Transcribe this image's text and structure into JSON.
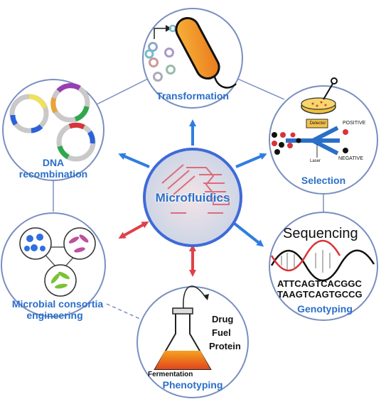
{
  "center": {
    "label": "Microfluidics"
  },
  "nodes": {
    "transformation": {
      "label": "Transformation"
    },
    "dna_recombination": {
      "label_line1": "DNA",
      "label_line2": "recombination"
    },
    "selection": {
      "label": "Selection",
      "detector": "Detector",
      "laser": "Laser",
      "positive": "POSITIVE",
      "negative": "NEGATIVE"
    },
    "genotyping": {
      "label": "Genotyping",
      "title": "Sequencing",
      "seq1": "ATTCAGTCACGGC",
      "seq2": "TAAGTCAGTGCCG"
    },
    "phenotyping": {
      "label": "Phenotyping",
      "flask_label": "Fermentation",
      "products": [
        "Drug",
        "Fuel",
        "Protein"
      ]
    },
    "microbial": {
      "label_line1": "Microbial consortia",
      "label_line2": "engineering"
    }
  },
  "colors": {
    "accent": "#2a6fc9",
    "arrow_blue": "#2f7de1",
    "arrow_red": "#e0404a",
    "ring": "#7a8fc0"
  }
}
